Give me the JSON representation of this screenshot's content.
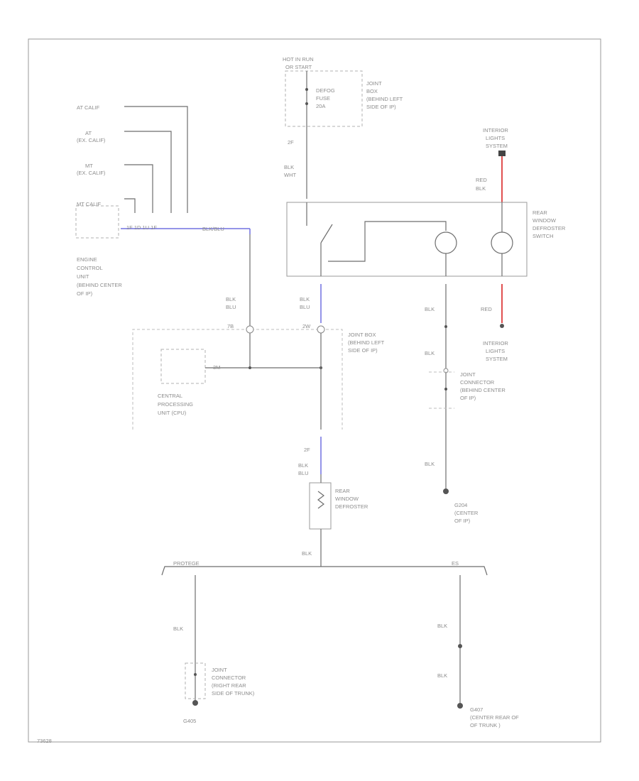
{
  "colors": {
    "blue_wire": "#7070e0",
    "red_wire": "#e05050",
    "wire": "#6e6e6e"
  },
  "labels": {
    "at_calif": "AT CALIF",
    "at_ex_calif_1": "AT",
    "at_ex_calif_2": "(EX. CALIF)",
    "mt_ex_calif_1": "MT",
    "mt_ex_calif_2": "(EX. CALIF)",
    "mt_calif": "MT CALIF",
    "ecu_pins": "1F  1D  1U  1F",
    "ecu_wire": "BLK/BLU",
    "ecu_1": "ENGINE",
    "ecu_2": "CONTROL",
    "ecu_3": "UNIT",
    "ecu_4": "(BEHIND CENTER",
    "ecu_5": "OF IP)",
    "hot_1": "HOT IN RUN",
    "hot_2": "OR START",
    "fuse_1": "DEFOG",
    "fuse_2": "FUSE",
    "fuse_3": "20A",
    "jb_top_1": "JOINT",
    "jb_top_2": "BOX",
    "jb_top_3": "(BEHIND LEFT",
    "jb_top_4": "SIDE OF IP)",
    "conn_2f_top": "2F",
    "wire_blkwht_1": "BLK",
    "wire_blkwht_2": "WHT",
    "ils_top_1": "INTERIOR",
    "ils_top_2": "LIGHTS",
    "ils_top_3": "SYSTEM",
    "wire_redblk_1": "RED",
    "wire_redblk_2": "BLK",
    "switch_1": "REAR",
    "switch_2": "WINDOW",
    "switch_3": "DEFROSTER",
    "switch_4": "SWITCH",
    "wire_blkblu_left_1": "BLK",
    "wire_blkblu_left_2": "BLU",
    "wire_blkblu_mid_1": "BLK",
    "wire_blkblu_mid_2": "BLU",
    "wire_blk_sw_1": "BLK",
    "wire_red": "RED",
    "ils_bot_1": "INTERIOR",
    "ils_bot_2": "LIGHTS",
    "ils_bot_3": "SYSTEM",
    "pin_7b": "7B",
    "pin_2w": "2W",
    "jb_mid_1": "JOINT BOX",
    "jb_mid_2": "(BEHIND LEFT",
    "jb_mid_3": "SIDE OF IP)",
    "pin_3m": "3M",
    "cpu_1": "CENTRAL",
    "cpu_2": "PROCESSING",
    "cpu_3": "UNIT (CPU)",
    "wire_blk_sw_2": "BLK",
    "jc_ip_1": "JOINT",
    "jc_ip_2": "CONNECTOR",
    "jc_ip_3": "(BEHIND CENTER",
    "jc_ip_4": "OF IP)",
    "conn_2f_bot": "2F",
    "wire_blkblu_low_1": "BLK",
    "wire_blkblu_low_2": "BLU",
    "wire_blk_sw_3": "BLK",
    "defroster_1": "REAR",
    "defroster_2": "WINDOW",
    "defroster_3": "DEFROSTER",
    "g204_1": "G204",
    "g204_2": "(CENTER",
    "g204_3": "OF IP)",
    "wire_blk_def": "BLK",
    "protege": "PROTEGE",
    "es": "ES",
    "wire_blk_prot": "BLK",
    "jc_trunk_1": "JOINT",
    "jc_trunk_2": "CONNECTOR",
    "jc_trunk_3": "(RIGHT REAR",
    "jc_trunk_4": "SIDE OF TRUNK)",
    "g405": "G405",
    "wire_blk_es_1": "BLK",
    "wire_blk_es_2": "BLK",
    "g407_1": "G407",
    "g407_2": "(CENTER REAR OF",
    "g407_3": "OF TRUNK )",
    "figure_id": "73628"
  }
}
